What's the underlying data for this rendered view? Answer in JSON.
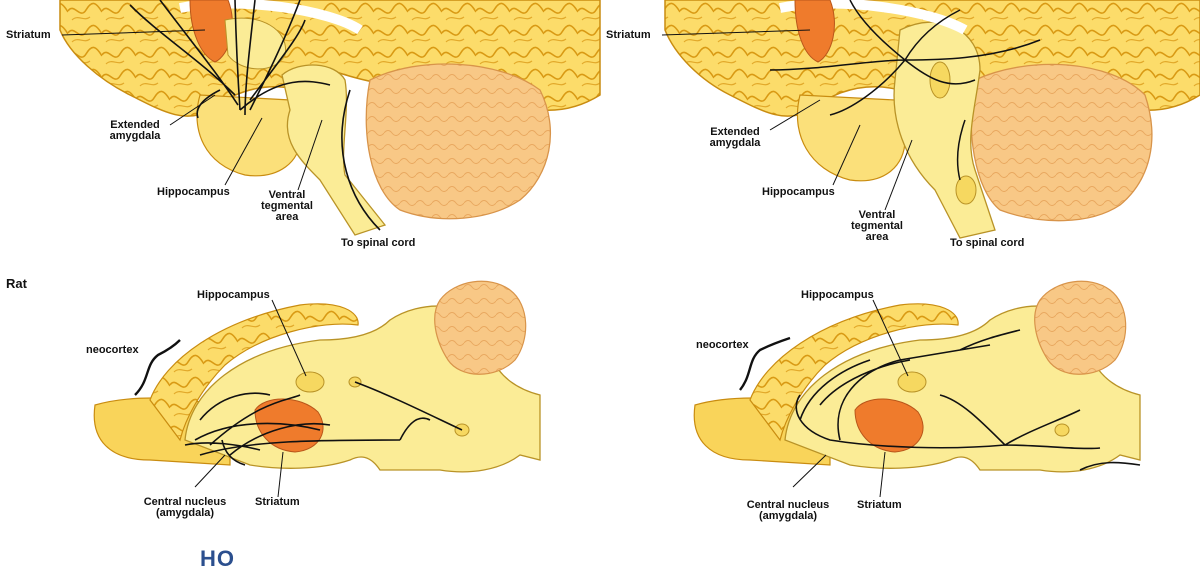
{
  "panels": {
    "human_left": {
      "striatum": "Striatum",
      "extended_amygdala_1": "Extended",
      "extended_amygdala_2": "amygdala",
      "hippocampus": "Hippocampus",
      "vta_1": "Ventral",
      "vta_2": "tegmental",
      "vta_3": "area",
      "spinal": "To spinal cord"
    },
    "human_right": {
      "striatum": "Striatum",
      "extended_amygdala_1": "Extended",
      "extended_amygdala_2": "amygdala",
      "hippocampus": "Hippocampus",
      "vta_1": "Ventral",
      "vta_2": "tegmental",
      "vta_3": "area",
      "spinal": "To spinal cord"
    },
    "rat_left": {
      "hippocampus": "Hippocampus",
      "neocortex": "neocortex",
      "central_1": "Central nucleus",
      "central_2": "(amygdala)",
      "striatum": "Striatum"
    },
    "rat_right": {
      "hippocampus": "Hippocampus",
      "neocortex": "neocortex",
      "central_1": "Central nucleus",
      "central_2": "(amygdala)",
      "striatum": "Striatum"
    }
  },
  "section_label": "Rat",
  "formula_fragment": "HO",
  "colors": {
    "cortex_light": "#fcdc6a",
    "cortex_mid": "#f6c83a",
    "cortex_dark": "#d99a14",
    "brainstem": "#fbec96",
    "cerebellum": "#f8c886",
    "striatum": "#ef7b2c",
    "pathway": "#111111",
    "formula": "#2b4f8e"
  }
}
